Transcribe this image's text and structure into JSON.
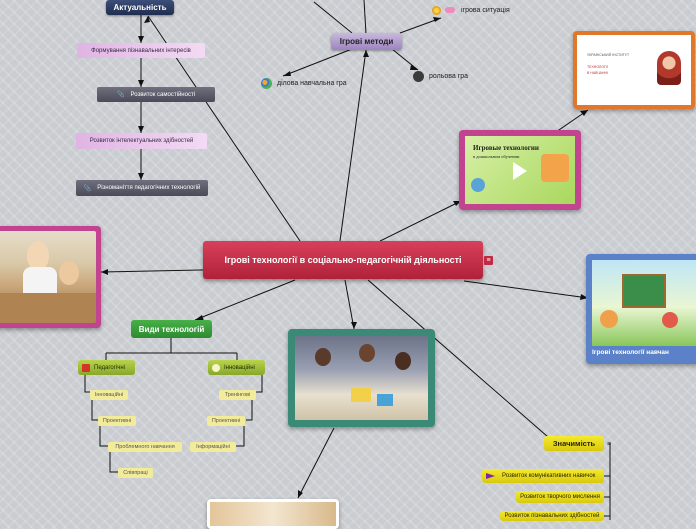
{
  "central": {
    "title": "Ігрові технології в соціально-педагогічній діяльності"
  },
  "left_branch": {
    "top": "Актуальність",
    "items": [
      "Формування пізнавальних інтересів",
      "Розвиток самостійності",
      "Розвиток інтелектуальних здібностей",
      "Різноманіття педагогічних технологій"
    ]
  },
  "methods": {
    "title": "Ігрові методи",
    "items": [
      "ігрова ситуація",
      "ділова навчальна гра",
      "рольова гра"
    ]
  },
  "types": {
    "title": "Види технологій",
    "pedagogical": {
      "label": "Педагогічні",
      "items": [
        "Інноваційні",
        "Проективні",
        "Проблемного навчання",
        "Співпраці"
      ]
    },
    "innovative": {
      "label": "Інноваційні",
      "items": [
        "Тренінгові",
        "Проективні",
        "Інформаційні"
      ]
    }
  },
  "significance": {
    "title": "Значимість",
    "items": [
      "Розвиток комунікативних навичок",
      "Розвиток творчого мислення",
      "Розвиток пізнавальних здібностей"
    ]
  },
  "images": {
    "slide": {
      "title": "Игровые технологии",
      "subtitle": "в дошкольном обучении"
    },
    "poster": {
      "caption": "Ігрові технології навчан"
    },
    "document": {
      "lines": [
        "УКРАЇНСЬКИЙ ІНСТИТУТ",
        "ТЕХНОЛОГІЇ",
        "В НАВЧАННІ"
      ]
    }
  },
  "colors": {
    "central": "#c22a44",
    "dark": "#2a3a60",
    "methods": "#b09ccf",
    "green": "#3a9a3c",
    "yellow": "#e6d91f",
    "purple": "#e8c3ea"
  }
}
